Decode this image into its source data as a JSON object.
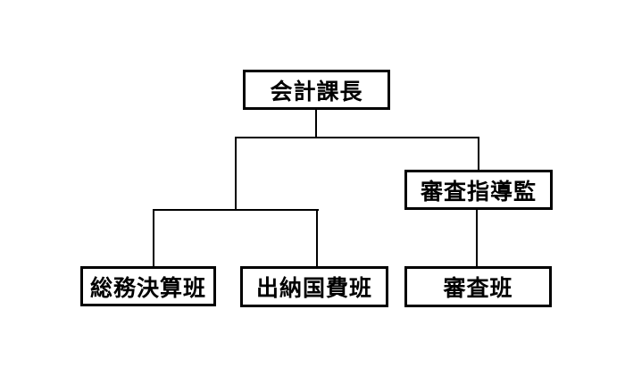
{
  "diagram": {
    "type": "org-chart",
    "background_color": "#ffffff",
    "box_border_color": "#000000",
    "line_color": "#000000",
    "text_color": "#000000",
    "nodes": [
      {
        "id": "kaikei-kachou",
        "label": "会計課長",
        "level": 1
      },
      {
        "id": "shinsa-shidoukan",
        "label": "審査指導監",
        "level": 2
      },
      {
        "id": "soumu-kessan-han",
        "label": "総務決算班",
        "level": 3
      },
      {
        "id": "suitou-kokuhi-han",
        "label": "出納国費班",
        "level": 3
      },
      {
        "id": "shinsa-han",
        "label": "審査班",
        "level": 3
      }
    ],
    "edges": [
      {
        "from": "会計課長",
        "to": "総務決算班"
      },
      {
        "from": "会計課長",
        "to": "出納国費班"
      },
      {
        "from": "会計課長",
        "to": "審査指導監"
      },
      {
        "from": "審査指導監",
        "to": "審査班"
      }
    ]
  }
}
